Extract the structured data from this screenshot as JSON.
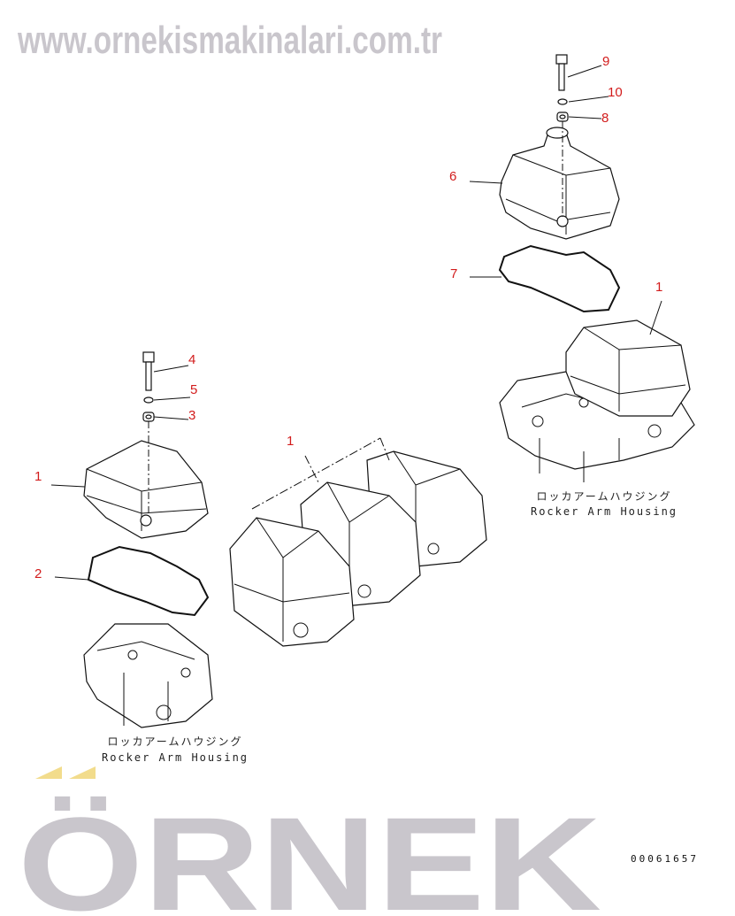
{
  "watermark": {
    "brand": "ÖRNEK",
    "url": "www.ornekismakinalari.com.tr",
    "accent_color": "#f2dc8c",
    "text_color": "#c9c6cc"
  },
  "callouts": [
    {
      "id": "9",
      "label": "9"
    },
    {
      "id": "10",
      "label": "10"
    },
    {
      "id": "8",
      "label": "8"
    },
    {
      "id": "6",
      "label": "6"
    },
    {
      "id": "7",
      "label": "7"
    },
    {
      "id": "1a",
      "label": "1"
    },
    {
      "id": "4",
      "label": "4"
    },
    {
      "id": "5",
      "label": "5"
    },
    {
      "id": "3",
      "label": "3"
    },
    {
      "id": "1b",
      "label": "1"
    },
    {
      "id": "1c",
      "label": "1"
    },
    {
      "id": "2",
      "label": "2"
    }
  ],
  "captions": {
    "right": {
      "jp": "ロッカアームハウジング",
      "en": "Rocker Arm Housing"
    },
    "left": {
      "jp": "ロッカアームハウジング",
      "en": "Rocker Arm Housing"
    }
  },
  "drawing_code": "00061657",
  "callout_color": "#d21c1c"
}
